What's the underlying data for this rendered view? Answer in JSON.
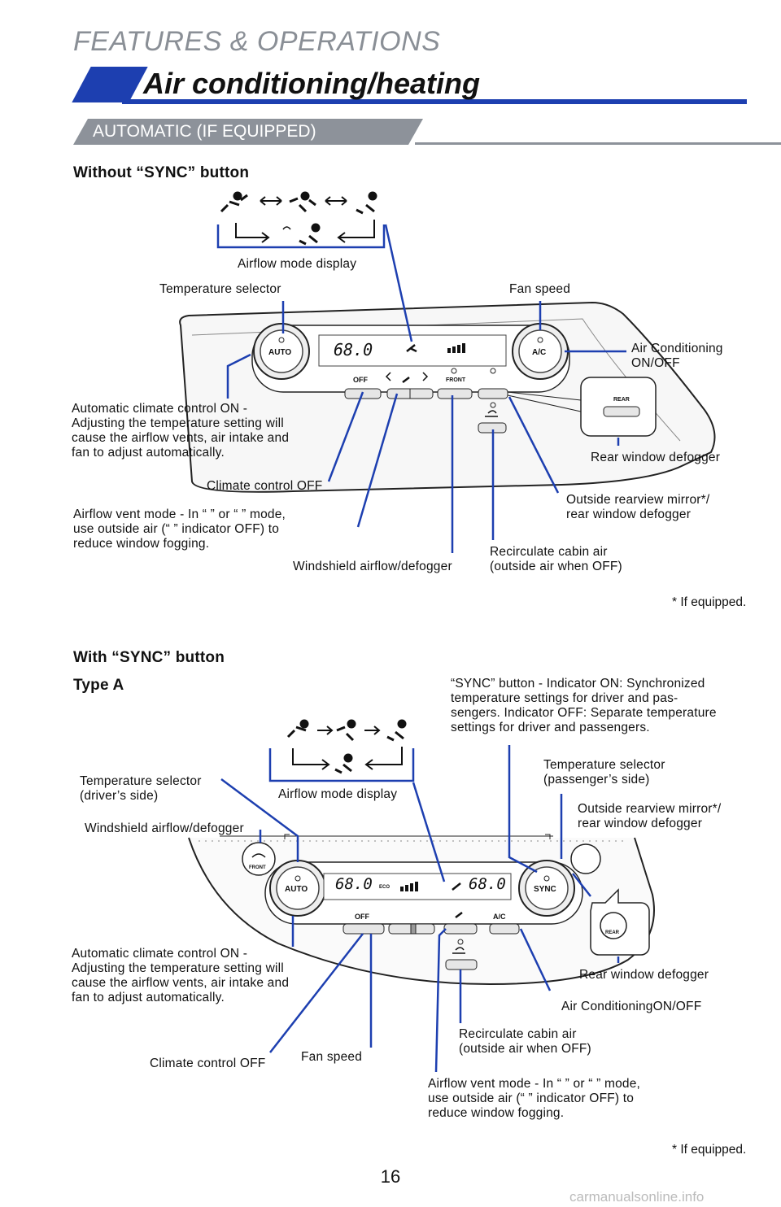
{
  "header": {
    "kicker": "FEATURES & OPERATIONS",
    "title": "Air conditioning/heating"
  },
  "section": {
    "tab": "AUTOMATIC (IF EQUIPPED)"
  },
  "panel1": {
    "heading": "Without “SYNC” button",
    "display_temp": "68.0",
    "labels": {
      "airflow_mode_display": "Airflow mode display",
      "temperature_selector": "Temperature selector",
      "fan_speed": "Fan speed",
      "air_conditioning": "Air Conditioning\nON/OFF",
      "auto_climate": "Automatic climate control ON -\nAdjusting the temperature setting will\ncause the airflow vents, air intake and\nfan to adjust automatically.",
      "rear_window_defogger": "Rear window defogger",
      "climate_control_off": "Climate control OFF",
      "outside_mirror": "Outside rearview mirror*/\nrear window defogger",
      "airflow_vent_mode": "Airflow vent mode - In “     ” or “     ” mode,\nuse outside air (“          ” indicator OFF) to\nreduce window fogging.",
      "recirculate": "Recirculate cabin air\n(outside air when OFF)",
      "windshield": "Windshield airflow/defogger"
    },
    "buttons": {
      "auto": "AUTO",
      "ac": "A/C",
      "off": "OFF",
      "front": "FRONT",
      "rear": "REAR"
    },
    "footnote": "* If equipped."
  },
  "panel2": {
    "heading": "With “SYNC” button",
    "type": "Type A",
    "display_temp_left": "68.0",
    "display_temp_right": "68.0",
    "eco": "ECO",
    "labels": {
      "sync_desc": "“SYNC” button - Indicator ON: Synchronized\ntemperature settings for driver and pas-\nsengers. Indicator OFF: Separate temperature\nsettings for driver and passengers.",
      "temp_driver": "Temperature selector\n(driver’s side)",
      "airflow_mode_display": "Airflow mode display",
      "temp_passenger": "Temperature selector\n(passenger’s side)",
      "outside_mirror": "Outside rearview mirror*/\nrear window defogger",
      "windshield": "Windshield airflow/defogger",
      "auto_climate": "Automatic climate control ON -\nAdjusting the temperature setting will\ncause the airflow vents, air intake and\nfan to adjust automatically.",
      "rear_window_defogger": "Rear window defogger",
      "air_conditioning": "Air ConditioningON/OFF",
      "recirculate": "Recirculate cabin air\n(outside air when OFF)",
      "climate_control_off": "Climate control OFF",
      "fan_speed": "Fan speed",
      "airflow_vent_mode": "Airflow vent mode - In “     ” or “     ” mode,\nuse outside air (“          ” indicator OFF) to\nreduce window fogging."
    },
    "buttons": {
      "auto": "AUTO",
      "sync": "SYNC",
      "ac": "A/C",
      "off": "OFF",
      "front": "FRONT",
      "rear": "REAR"
    },
    "footnote": "* If equipped."
  },
  "footer": {
    "page": "16",
    "watermark": "carmanualsonline.info"
  },
  "colors": {
    "accent": "#1d3fb0",
    "tab": "#8d929a",
    "callout": "#1d3fb0"
  }
}
